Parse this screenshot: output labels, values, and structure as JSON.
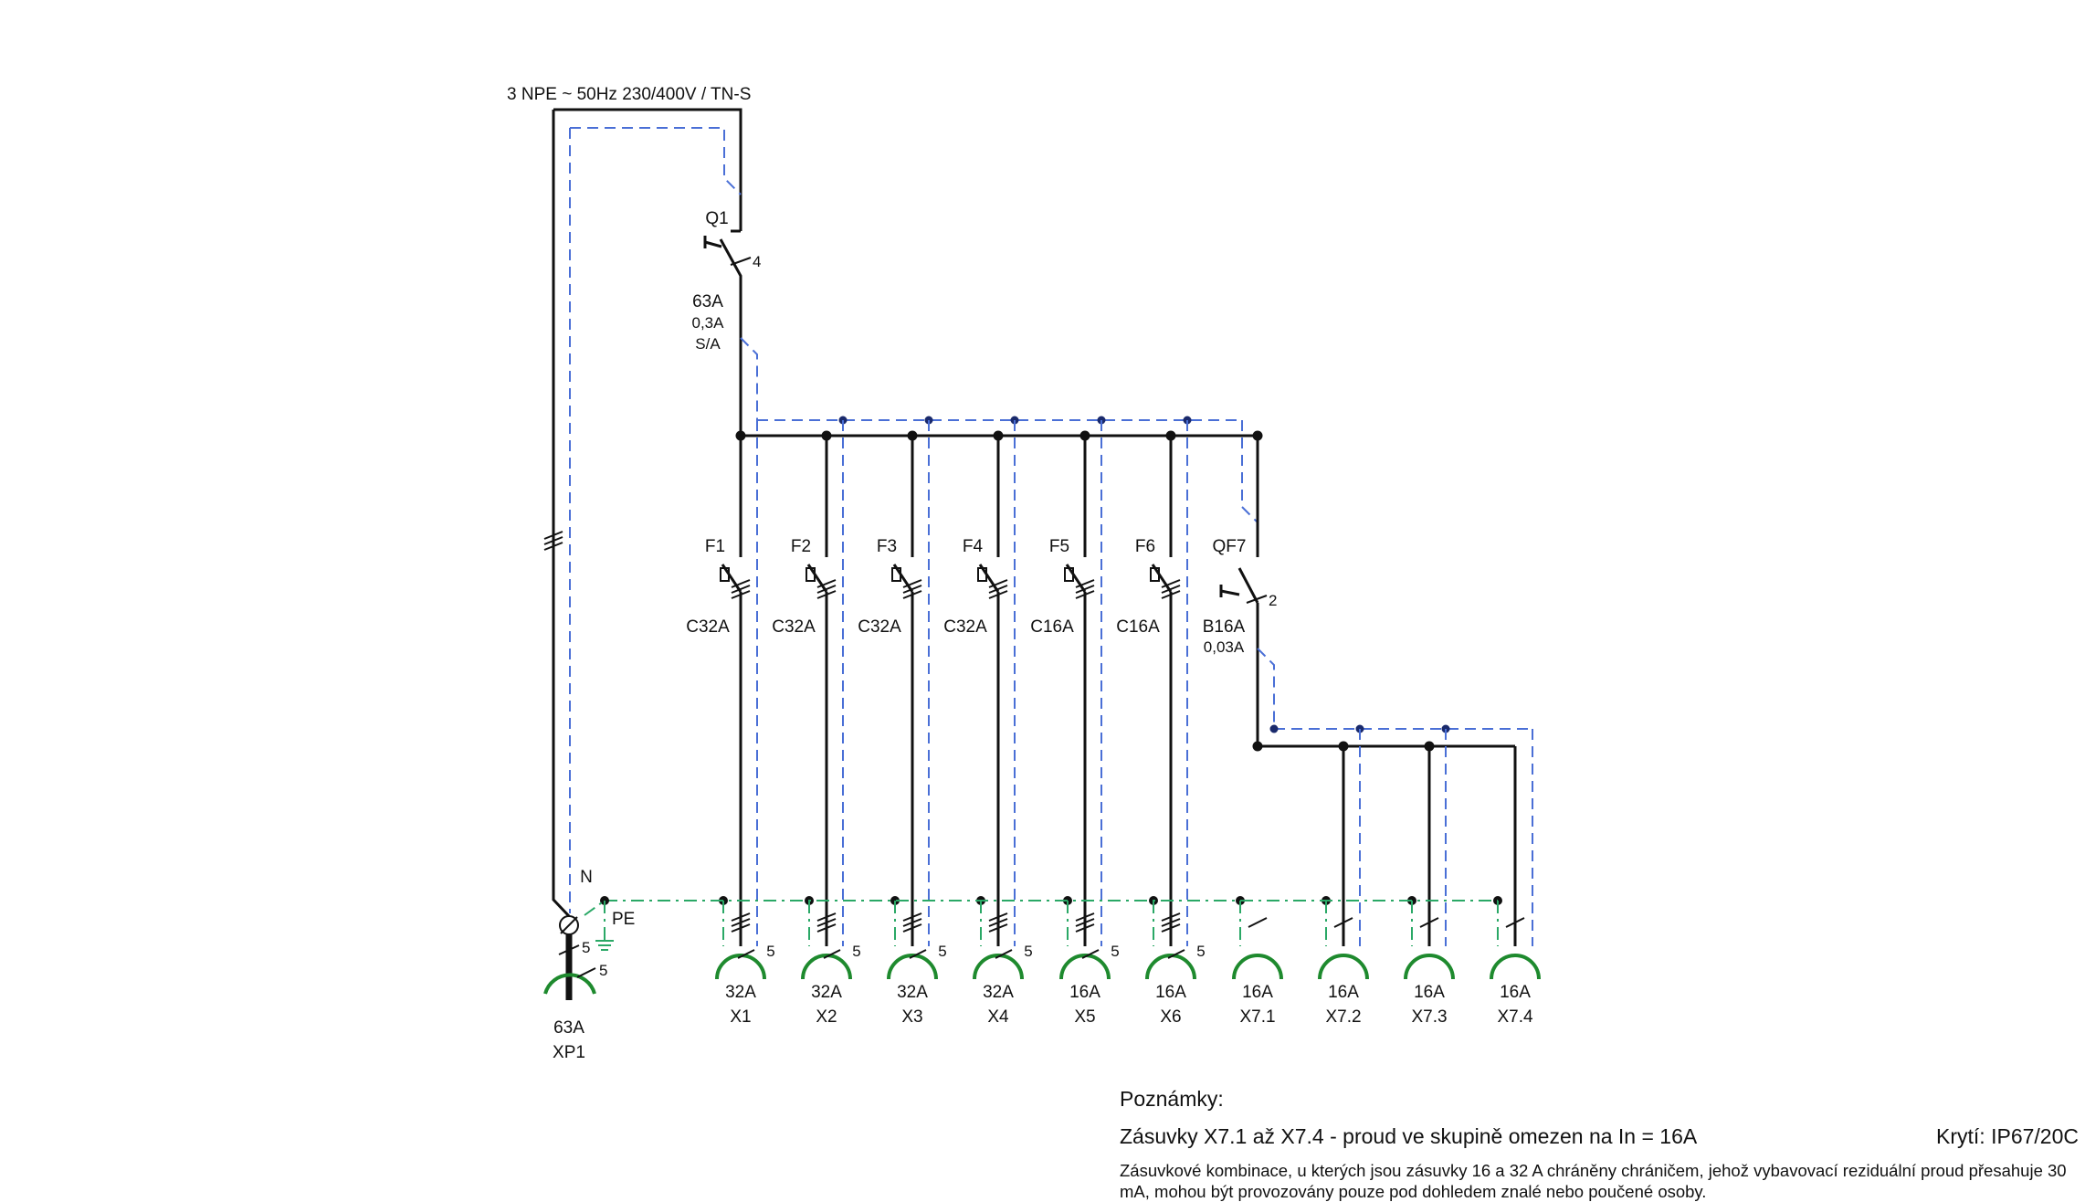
{
  "supply_label": "3 NPE ~ 50Hz  230/400V / TN-S",
  "main_breaker": {
    "name": "Q1",
    "poles": "4",
    "rating": "63A",
    "sensitivity": "0,3A",
    "type": "S/A"
  },
  "branches": [
    {
      "name": "F1",
      "rating": "C32A",
      "socket_rating": "32A",
      "socket_name": "X1",
      "socket_poles": "5"
    },
    {
      "name": "F2",
      "rating": "C32A",
      "socket_rating": "32A",
      "socket_name": "X2",
      "socket_poles": "5"
    },
    {
      "name": "F3",
      "rating": "C32A",
      "socket_rating": "32A",
      "socket_name": "X3",
      "socket_poles": "5"
    },
    {
      "name": "F4",
      "rating": "C32A",
      "socket_rating": "32A",
      "socket_name": "X4",
      "socket_poles": "5"
    },
    {
      "name": "F5",
      "rating": "C16A",
      "socket_rating": "16A",
      "socket_name": "X5",
      "socket_poles": "5"
    },
    {
      "name": "F6",
      "rating": "C16A",
      "socket_rating": "16A",
      "socket_name": "X6",
      "socket_poles": "5"
    }
  ],
  "rcbo": {
    "name": "QF7",
    "poles": "2",
    "rating": "B16A",
    "sensitivity": "0,03A"
  },
  "sub_sockets": [
    {
      "rating": "16A",
      "name": "X7.1"
    },
    {
      "rating": "16A",
      "name": "X7.2"
    },
    {
      "rating": "16A",
      "name": "X7.3"
    },
    {
      "rating": "16A",
      "name": "X7.4"
    }
  ],
  "inlet": {
    "rating": "63A",
    "name": "XP1",
    "poles_a": "5",
    "poles_b": "5"
  },
  "n_label": "N",
  "pe_label": "PE",
  "notes": {
    "heading": "Poznámky:",
    "line1": "Zásuvky X7.1 až X7.4 - proud ve skupině omezen na In = 16A",
    "protection": "Krytí: IP67/20C",
    "paragraph": "Zásuvkové kombinace, u kterých jsou zásuvky 16 a 32 A chráněny chráničem, jehož vybavovací reziduální proud přesahuje 30 mA, mohou být provozovány pouze pod dohledem znalé nebo poučené osoby."
  },
  "colors": {
    "wire": "#111111",
    "neutral": "#4a6fd6",
    "pe": "#2aa866",
    "socket": "#1e8a2e",
    "node": "#1a2a6c"
  }
}
